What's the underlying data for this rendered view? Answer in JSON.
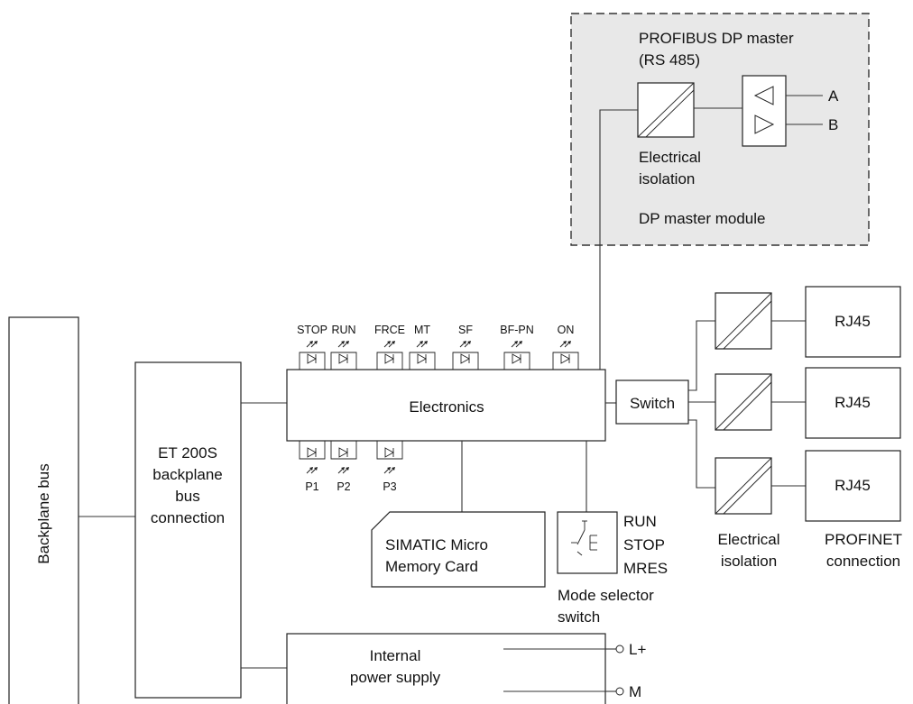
{
  "dp_master": {
    "title_line1": "PROFIBUS DP master",
    "title_line2": "(RS 485)",
    "isolation_line1": "Electrical",
    "isolation_line2": "isolation",
    "module_label": "DP master module",
    "output_a": "A",
    "output_b": "B"
  },
  "backplane": {
    "label": "Backplane bus"
  },
  "et200s": {
    "line1": "ET 200S",
    "line2": "backplane",
    "line3": "bus",
    "line4": "connection"
  },
  "electronics": {
    "label": "Electronics"
  },
  "leds_top": [
    "STOP",
    "RUN",
    "FRCE",
    "MT",
    "SF",
    "BF-PN",
    "ON"
  ],
  "leds_bottom": [
    "P1",
    "P2",
    "P3"
  ],
  "memory_card": {
    "line1": "SIMATIC Micro",
    "line2": "Memory Card"
  },
  "mode_selector": {
    "positions": [
      "RUN",
      "STOP",
      "MRES"
    ],
    "caption_line1": "Mode selector",
    "caption_line2": "switch"
  },
  "switch": {
    "label": "Switch"
  },
  "ports": [
    "RJ45",
    "RJ45",
    "RJ45"
  ],
  "isolation_caption": {
    "line1": "Electrical",
    "line2": "isolation"
  },
  "profinet_caption": {
    "line1": "PROFINET",
    "line2": "connection"
  },
  "power_supply": {
    "line1": "Internal",
    "line2": "power supply"
  },
  "terminals": {
    "lplus": "L+",
    "m": "M"
  },
  "colors": {
    "dp_module_fill": "#e8e8e8",
    "line": "#333333"
  }
}
